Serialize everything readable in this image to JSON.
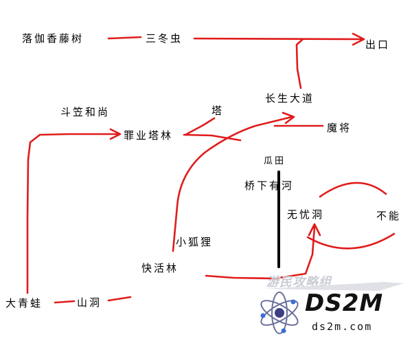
{
  "nodes": {
    "luojia": "落伽香藤树",
    "sandong": "三冬虫",
    "exit": "出口",
    "changsheng": "长生大道",
    "doulun": "斗笠和尚",
    "ta": "塔",
    "zuiye": "罪业塔林",
    "mojiang": "魔将",
    "guatian": "瓜田",
    "qiaoxia": "桥下有河",
    "wuyou": "无忧洞",
    "buneng": "不能",
    "xiaohuli": "小狐狸",
    "kuaihuo": "快活林",
    "daqingwa": "大青蛙",
    "shandong": "山洞"
  },
  "watermark": "游民攻略组",
  "logo": {
    "brand": "DS2M",
    "url": "ds2m.com"
  },
  "colors": {
    "path": "#e01b1b",
    "blocked": "#000000"
  }
}
